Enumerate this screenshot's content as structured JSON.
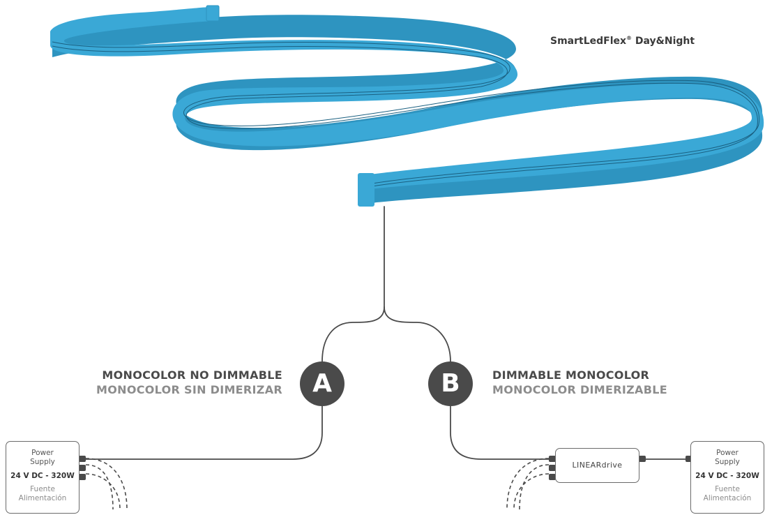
{
  "product": {
    "name": "SmartLedFlex",
    "registered_mark": "®",
    "variant": "Day&Night"
  },
  "options": {
    "a": {
      "badge": "A",
      "label_en": "MONOCOLOR NO DIMMABLE",
      "label_es": "MONOCOLOR SIN DIMERIZAR"
    },
    "b": {
      "badge": "B",
      "label_en": "DIMMABLE MONOCOLOR",
      "label_es": "MONOCOLOR DIMERIZABLE"
    }
  },
  "power_supply_left": {
    "title": "Power Supply",
    "spec": "24 V DC - 320W",
    "title_es": "Fuente Alimentación"
  },
  "power_supply_right": {
    "title": "Power Supply",
    "spec": "24 V DC - 320W",
    "title_es": "Fuente Alimentación"
  },
  "driver": {
    "label": "LINEARdrive"
  },
  "colors": {
    "strip": "#3aa8d6",
    "strip_edge": "#1d7fa8",
    "strip_line": "#1a5f80",
    "cable": "#4a4a4a",
    "badge": "#4a4a4a",
    "text_primary": "#4a4a4a",
    "text_secondary": "#8c8c8c"
  }
}
